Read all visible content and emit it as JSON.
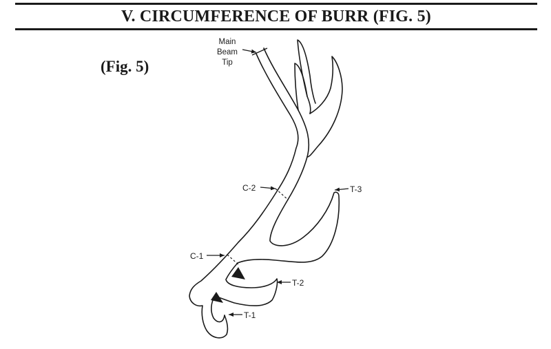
{
  "header": {
    "title": "V. CIRCUMFERENCE OF BURR (FIG. 5)"
  },
  "figure": {
    "label": "(Fig. 5)",
    "callouts": {
      "main_beam_tip": [
        "Main",
        "Beam",
        "Tip"
      ],
      "c1": "C-1",
      "c2": "C-2",
      "t1": "T-1",
      "t2": "T-2",
      "t3": "T-3"
    }
  }
}
